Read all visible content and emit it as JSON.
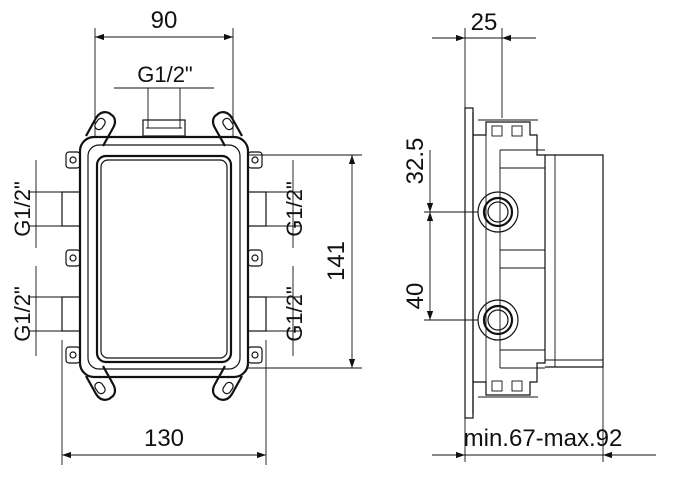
{
  "front_view": {
    "width_top": "90",
    "width_bottom": "130",
    "height_right": "141",
    "thread_top": "G1/2\"",
    "thread_left_upper": "G1/2\"",
    "thread_left_lower": "G1/2\"",
    "thread_right_upper": "G1/2\"",
    "thread_right_lower": "G1/2\""
  },
  "side_view": {
    "depth_top": "25",
    "offset_upper": "32.5",
    "spacing": "40",
    "depth_bottom": "min.67-max.92"
  }
}
